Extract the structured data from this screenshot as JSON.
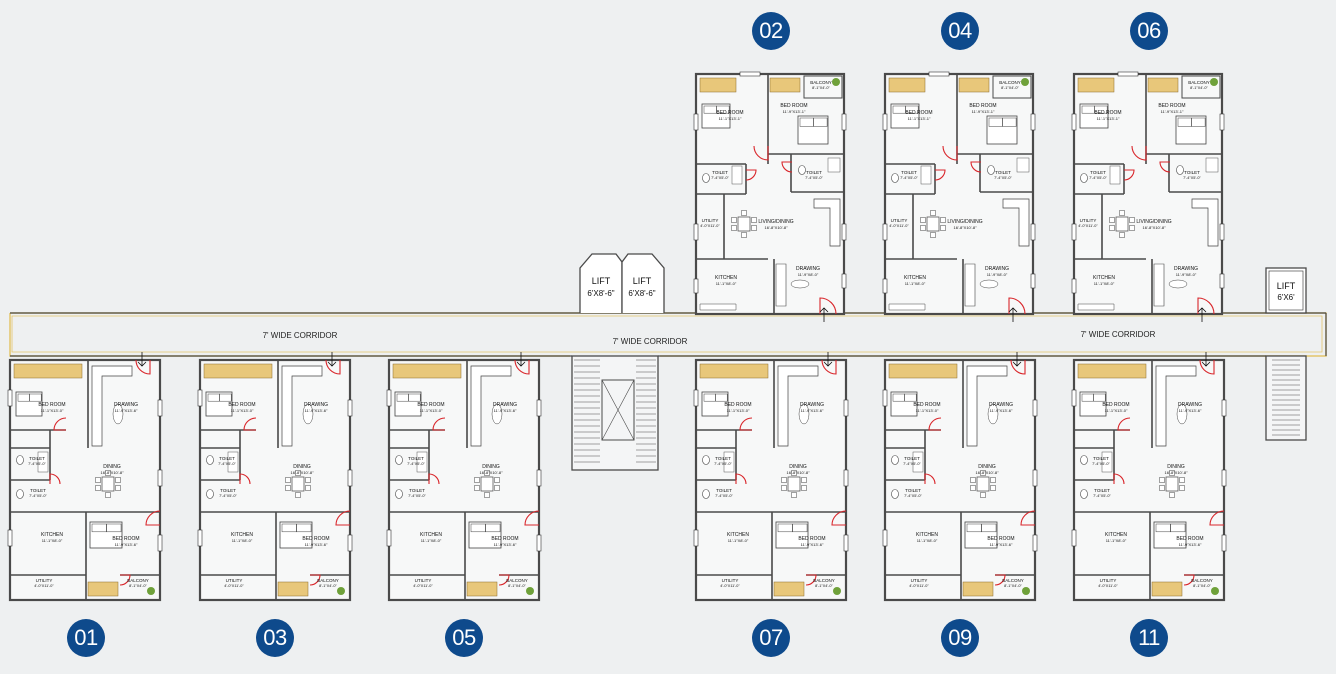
{
  "corridor_labels": [
    "7' WIDE CORRIDOR",
    "7' WIDE CORRIDOR",
    "7' WIDE CORRIDOR"
  ],
  "lifts": [
    {
      "label": "LIFT",
      "size": "6'X8'-6\""
    },
    {
      "label": "LIFT",
      "size": "6'X8'-6\""
    },
    {
      "label": "LIFT",
      "size": "6'X6'"
    }
  ],
  "unit_numbers": [
    "02",
    "04",
    "06",
    "01",
    "03",
    "05",
    "07",
    "09",
    "11"
  ],
  "top_units": {
    "bed_room_1": "BED ROOM",
    "bed_room_1_dim": "11'-1\"X13'-1\"",
    "bed_room_2": "BED ROOM",
    "bed_room_2_dim": "11'-9\"X13'-1\"",
    "balcony": "BALCONY",
    "balcony_dim": "8'-1\"X4'-0\"",
    "toilet_1": "TOILET",
    "toilet_1_dim": "7'-4\"X5'-0\"",
    "toilet_2": "TOILET",
    "toilet_2_dim": "7'-4\"X5'-0\"",
    "utility": "UTILITY",
    "utility_dim": "4'-0\"X11'-0\"",
    "living": "LIVING/DINING",
    "living_dim": "16'-8\"X10'-8\"",
    "kitchen": "KITCHEN",
    "kitchen_dim": "11'-1\"X8'-0\"",
    "drawing": "DRAWING",
    "drawing_dim": "11'-9\"X8'-0\""
  },
  "bottom_units": {
    "bed_room_1": "BED ROOM",
    "bed_room_1_dim": "11'-1\"X13'-0\"",
    "drawing": "DRAWING",
    "drawing_dim": "11'-9\"X13'-6\"",
    "toilet_1": "TOILET",
    "toilet_1_dim": "7'-4\"X5'-0\"",
    "toilet_2": "TOILET",
    "toilet_2_dim": "7'-4\"X5'-0\"",
    "dining": "DINING",
    "dining_dim": "16'-8\"X10'-8\"",
    "kitchen": "KITCHEN",
    "kitchen_dim": "11'-1\"X8'-0\"",
    "bed_room_2": "BED ROOM",
    "bed_room_2_dim": "11'-9\"X13'-6\"",
    "utility": "UTILITY",
    "utility_dim": "4'-0\"X11'-0\"",
    "balcony": "BALCONY",
    "balcony_dim": "8'-1\"X4'-0\""
  },
  "colors": {
    "background": "#eef0f1",
    "wall": "#4a4a4a",
    "corridor_line": "#e3c56a",
    "door": "#d9262b",
    "window": "#e3c56a",
    "wardrobe": "#e8c77a",
    "badge": "#0e4a8c"
  }
}
